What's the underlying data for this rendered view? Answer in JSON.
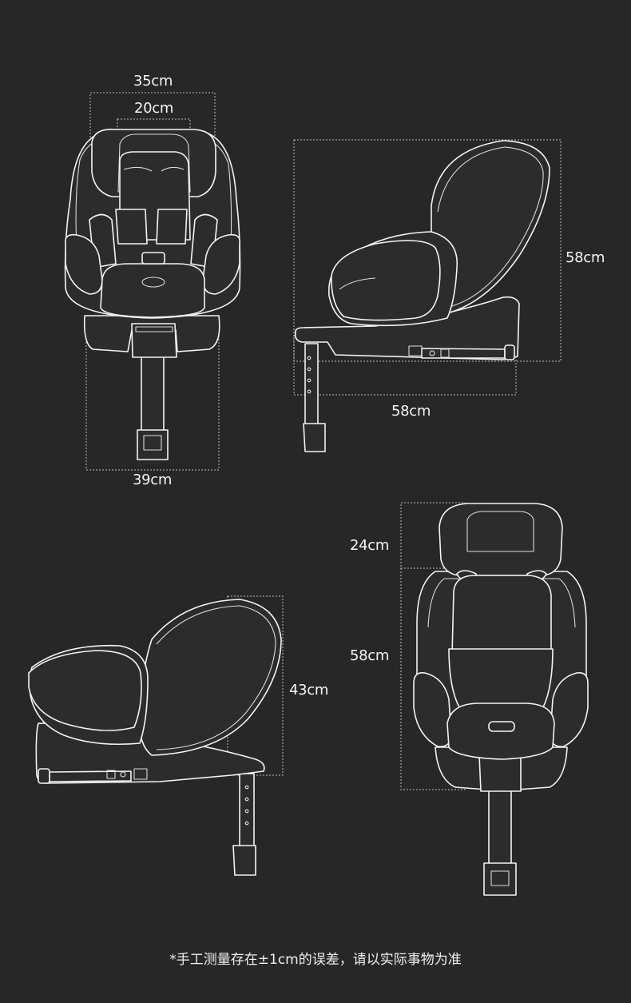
{
  "dimensions": {
    "front_headrest_outer": "35cm",
    "front_headrest_inner": "20cm",
    "front_base_width": "39cm",
    "side_height": "58cm",
    "side_depth": "58cm",
    "recline_height": "43cm",
    "back_headrest": "24cm",
    "back_seat": "58cm"
  },
  "footnote": "*手工测量存在±1cm的误差，请以实际事物为准",
  "colors": {
    "background": "#272727",
    "line": "#f3f3f3",
    "dimension": "#bdbdbd"
  }
}
